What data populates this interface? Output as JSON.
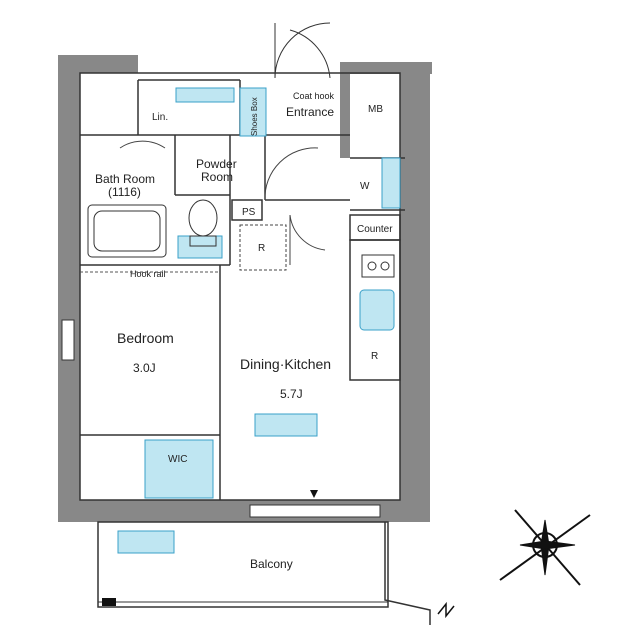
{
  "rooms": {
    "entrance": "Entrance",
    "coat_hook": "Coat hook",
    "shoes_box": "Shoes Box",
    "mb": "MB",
    "lin": "Lin.",
    "bath_room": "Bath Room",
    "bath_size": "(1116)",
    "powder_room_1": "Powder",
    "powder_room_2": "Room",
    "w": "W",
    "ps": "PS",
    "r1": "R",
    "counter": "Counter",
    "hook_rail": "Hook rail",
    "bedroom": "Bedroom",
    "bedroom_size": "3.0J",
    "dining_kitchen": "Dining·Kitchen",
    "dk_size": "5.7J",
    "r2": "R",
    "wic": "WIC",
    "balcony": "Balcony"
  },
  "colors": {
    "wall": "#888888",
    "line": "#333333",
    "fixture_fill": "#bfe6f2",
    "fixture_line": "#3aa0c8"
  },
  "icons": [
    "compass-icon",
    "door-swing-icon",
    "window-icon",
    "skylight-icon"
  ]
}
